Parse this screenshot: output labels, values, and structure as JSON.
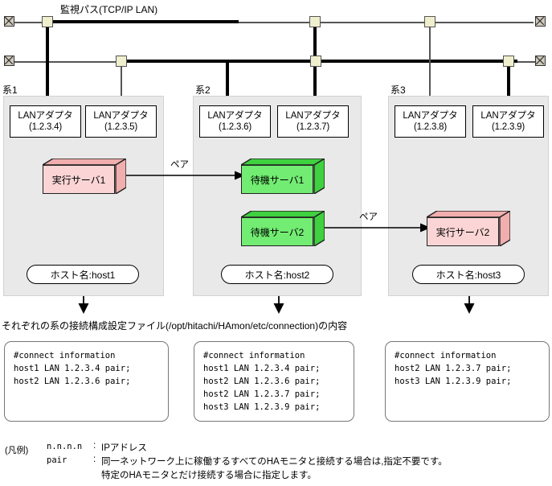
{
  "network": {
    "title": "監視パス(TCP/IP LAN)",
    "terminator_icon": "crossed-box-terminator-icon",
    "connector_icon": "tap-connector-icon"
  },
  "systems": [
    {
      "label": "系1",
      "adapters": [
        {
          "name": "LANアダプタ",
          "ip": "(1.2.3.4)"
        },
        {
          "name": "LANアダプタ",
          "ip": "(1.2.3.5)"
        }
      ],
      "servers": [
        {
          "label": "実行サーバ1",
          "kind": "exec"
        }
      ],
      "hostname": "ホスト名:host1"
    },
    {
      "label": "系2",
      "adapters": [
        {
          "name": "LANアダプタ",
          "ip": "(1.2.3.6)"
        },
        {
          "name": "LANアダプタ",
          "ip": "(1.2.3.7)"
        }
      ],
      "servers": [
        {
          "label": "待機サーバ1",
          "kind": "standby"
        },
        {
          "label": "待機サーバ2",
          "kind": "standby"
        }
      ],
      "hostname": "ホスト名:host2"
    },
    {
      "label": "系3",
      "adapters": [
        {
          "name": "LANアダプタ",
          "ip": "(1.2.3.8)"
        },
        {
          "name": "LANアダプタ",
          "ip": "(1.2.3.9)"
        }
      ],
      "servers": [
        {
          "label": "実行サーバ2",
          "kind": "exec"
        }
      ],
      "hostname": "ホスト名:host3"
    }
  ],
  "pair_arrows": [
    {
      "label": "ペア"
    },
    {
      "label": "ペア"
    }
  ],
  "file_caption": "それぞれの系の接続構成設定ファイル(/opt/hitachi/HAmon/etc/connection)の内容",
  "config_files": [
    {
      "content": "#connect information\nhost1 LAN 1.2.3.4 pair;\nhost2 LAN 1.2.3.6 pair;"
    },
    {
      "content": "#connect information\nhost1 LAN 1.2.3.4 pair;\nhost2 LAN 1.2.3.6 pair;\nhost2 LAN 1.2.3.7 pair;\nhost3 LAN 1.2.3.9 pair;"
    },
    {
      "content": "#connect information\nhost2 LAN 1.2.3.7 pair;\nhost3 LAN 1.2.3.9 pair;"
    }
  ],
  "legend": {
    "title": "(凡例)",
    "entries": [
      {
        "key": "n.n.n.n",
        "sep": ":",
        "value": "IPアドレス"
      },
      {
        "key": "pair",
        "sep": ":",
        "value": "同一ネットワーク上に稼働するすべてのHAモニタと接続する場合は,指定不要です。"
      },
      {
        "key": "",
        "sep": "",
        "value": "特定のHAモニタとだけ接続する場合に指定します。"
      }
    ]
  },
  "colors": {
    "exec_server_face": "#fbd5d5",
    "standby_server_face": "#72ec72",
    "connector": "#efefcd",
    "panel": "#e9e9e9"
  }
}
